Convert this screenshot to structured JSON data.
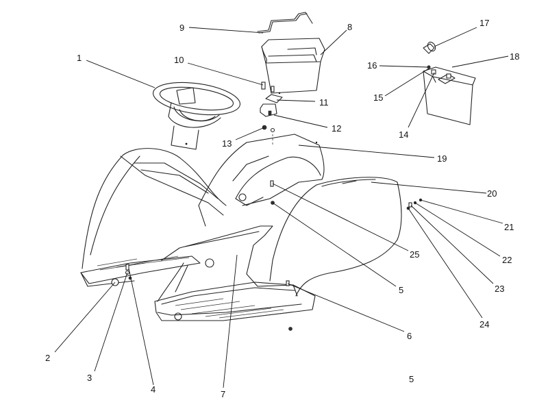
{
  "title": "Body, seat support and battery assembly exploded view",
  "callouts": [
    {
      "id": "c1",
      "label": "1"
    },
    {
      "id": "c2",
      "label": "2"
    },
    {
      "id": "c3",
      "label": "3"
    },
    {
      "id": "c4",
      "label": "4"
    },
    {
      "id": "c5a",
      "label": "5"
    },
    {
      "id": "c5b",
      "label": "5"
    },
    {
      "id": "c6",
      "label": "6"
    },
    {
      "id": "c7",
      "label": "7"
    },
    {
      "id": "c8",
      "label": "8"
    },
    {
      "id": "c9",
      "label": "9"
    },
    {
      "id": "c10",
      "label": "10"
    },
    {
      "id": "c11",
      "label": "11"
    },
    {
      "id": "c12",
      "label": "12"
    },
    {
      "id": "c13",
      "label": "13"
    },
    {
      "id": "c14",
      "label": "14"
    },
    {
      "id": "c15",
      "label": "15"
    },
    {
      "id": "c16",
      "label": "16"
    },
    {
      "id": "c17",
      "label": "17"
    },
    {
      "id": "c18",
      "label": "18"
    },
    {
      "id": "c19",
      "label": "19"
    },
    {
      "id": "c20",
      "label": "20"
    },
    {
      "id": "c21",
      "label": "21"
    },
    {
      "id": "c22",
      "label": "22"
    },
    {
      "id": "c23",
      "label": "23"
    },
    {
      "id": "c24",
      "label": "24"
    },
    {
      "id": "c25",
      "label": "25"
    }
  ]
}
